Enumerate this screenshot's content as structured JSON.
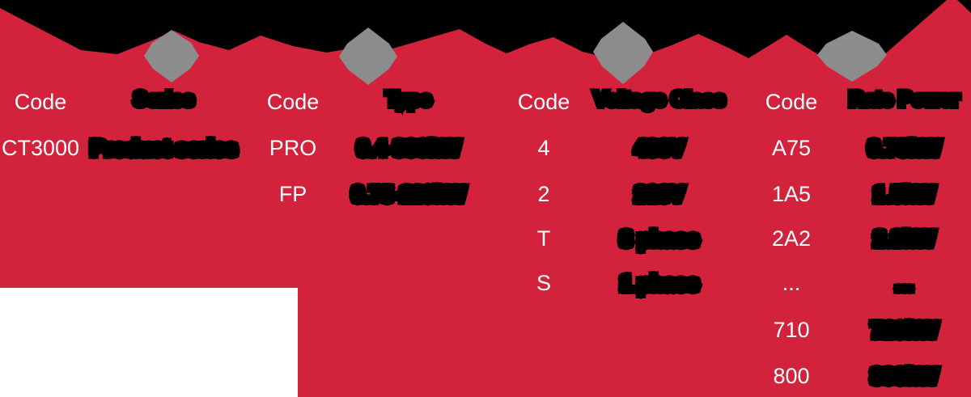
{
  "colors": {
    "red": "#D2223C",
    "gray": "#8C8C8C",
    "white": "#FFFFFF",
    "black": "#000000"
  },
  "banner": {
    "style": "redacted-model-code-blobs",
    "separator_icon": "diamond",
    "separator_count": 4
  },
  "columns": [
    {
      "id": "series",
      "code_header": "Code",
      "name_header": "Series",
      "rows": [
        {
          "code": "CT3000",
          "desc": "Product series"
        }
      ]
    },
    {
      "id": "type",
      "code_header": "Code",
      "name_header": "Type",
      "rows": [
        {
          "code": "PRO",
          "desc": "0.4-300kW"
        },
        {
          "code": "FP",
          "desc": "0.75-110kW"
        }
      ]
    },
    {
      "id": "voltage-class",
      "code_header": "Code",
      "name_header": "Voltage Class",
      "rows": [
        {
          "code": "4",
          "desc": "400V"
        },
        {
          "code": "2",
          "desc": "220V"
        },
        {
          "code": "T",
          "desc": "3 phase"
        },
        {
          "code": "S",
          "desc": "1 phase"
        }
      ]
    },
    {
      "id": "rate-power",
      "code_header": "Code",
      "name_header": "Rate Power",
      "rows": [
        {
          "code": "A75",
          "desc": "0.75kW"
        },
        {
          "code": "1A5",
          "desc": "1.5kW"
        },
        {
          "code": "2A2",
          "desc": "2.2kW"
        },
        {
          "code": "...",
          "desc": "..."
        },
        {
          "code": "710",
          "desc": "710kW"
        },
        {
          "code": "800",
          "desc": "800kW"
        }
      ]
    }
  ]
}
